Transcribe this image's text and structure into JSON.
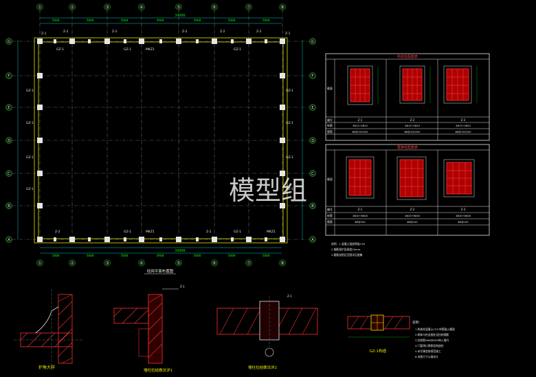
{
  "watermark": "模型组",
  "grid_columns": [
    "①",
    "②",
    "③",
    "④",
    "⑤",
    "⑥",
    "⑦",
    "⑧"
  ],
  "grid_rows": [
    "Ⓐ",
    "Ⓑ",
    "Ⓒ",
    "Ⓓ",
    "Ⓔ",
    "Ⓕ",
    "Ⓖ"
  ],
  "overall_dim": "34900",
  "bay_dims": [
    "5000",
    "5000",
    "5000",
    "4900",
    "5000",
    "5000",
    "5000"
  ],
  "plan_title": "柱网平面布置图",
  "column_tags": [
    "Z-1",
    "Z-2",
    "GZ-1",
    "MKZ1"
  ],
  "table1": {
    "title": "构造柱配筋表",
    "row_labels": [
      "截面",
      "编号",
      "纵筋",
      "箍筋"
    ],
    "cols": [
      {
        "id": "Z-1",
        "long": "4Φ12+4Φ14",
        "hoop": "Φ8@100/200"
      },
      {
        "id": "Z-2",
        "long": "4Φ12+4Φ14",
        "hoop": "Φ8@100/200"
      },
      {
        "id": "Z-3",
        "long": "4Φ12+4Φ14",
        "hoop": "Φ8@100/200"
      }
    ]
  },
  "table2": {
    "title": "框架柱配筋表",
    "row_labels": [
      "截面",
      "编号",
      "纵筋",
      "箍筋"
    ],
    "cols": [
      {
        "id": "Z-1",
        "long": "4Φ20+8Φ18",
        "hoop": "Φ8@100"
      },
      {
        "id": "Z-2",
        "long": "4Φ20+8Φ18",
        "hoop": "Φ8@100"
      },
      {
        "id": "Z-3",
        "long": "4Φ20+8Φ18",
        "hoop": "Φ8@100"
      }
    ]
  },
  "table_notes": [
    "说明：1.混凝土强度等级C30",
    "2.钢筋保护层厚度25mm",
    "3.箍筋加密区范围详见图集"
  ],
  "details": {
    "d1": "护角大样",
    "d2": "墙柱拉结做法详1",
    "d3": "墙柱拉结做法详2",
    "d4": "GZ-1构造",
    "d3_mark": "Z-1"
  },
  "general_notes": {
    "title": "说明：",
    "lines": [
      "1.构造柱混凝土C25,纵筋锚入圈梁",
      "2.砌体与柱连接处设拉结钢筋",
      "3.拉结筋2Φ6@500伸入墙内",
      "4.门窗洞口两侧设构造柱",
      "5.未尽事宜按规范施工",
      "6.本图尺寸以毫米计"
    ]
  }
}
